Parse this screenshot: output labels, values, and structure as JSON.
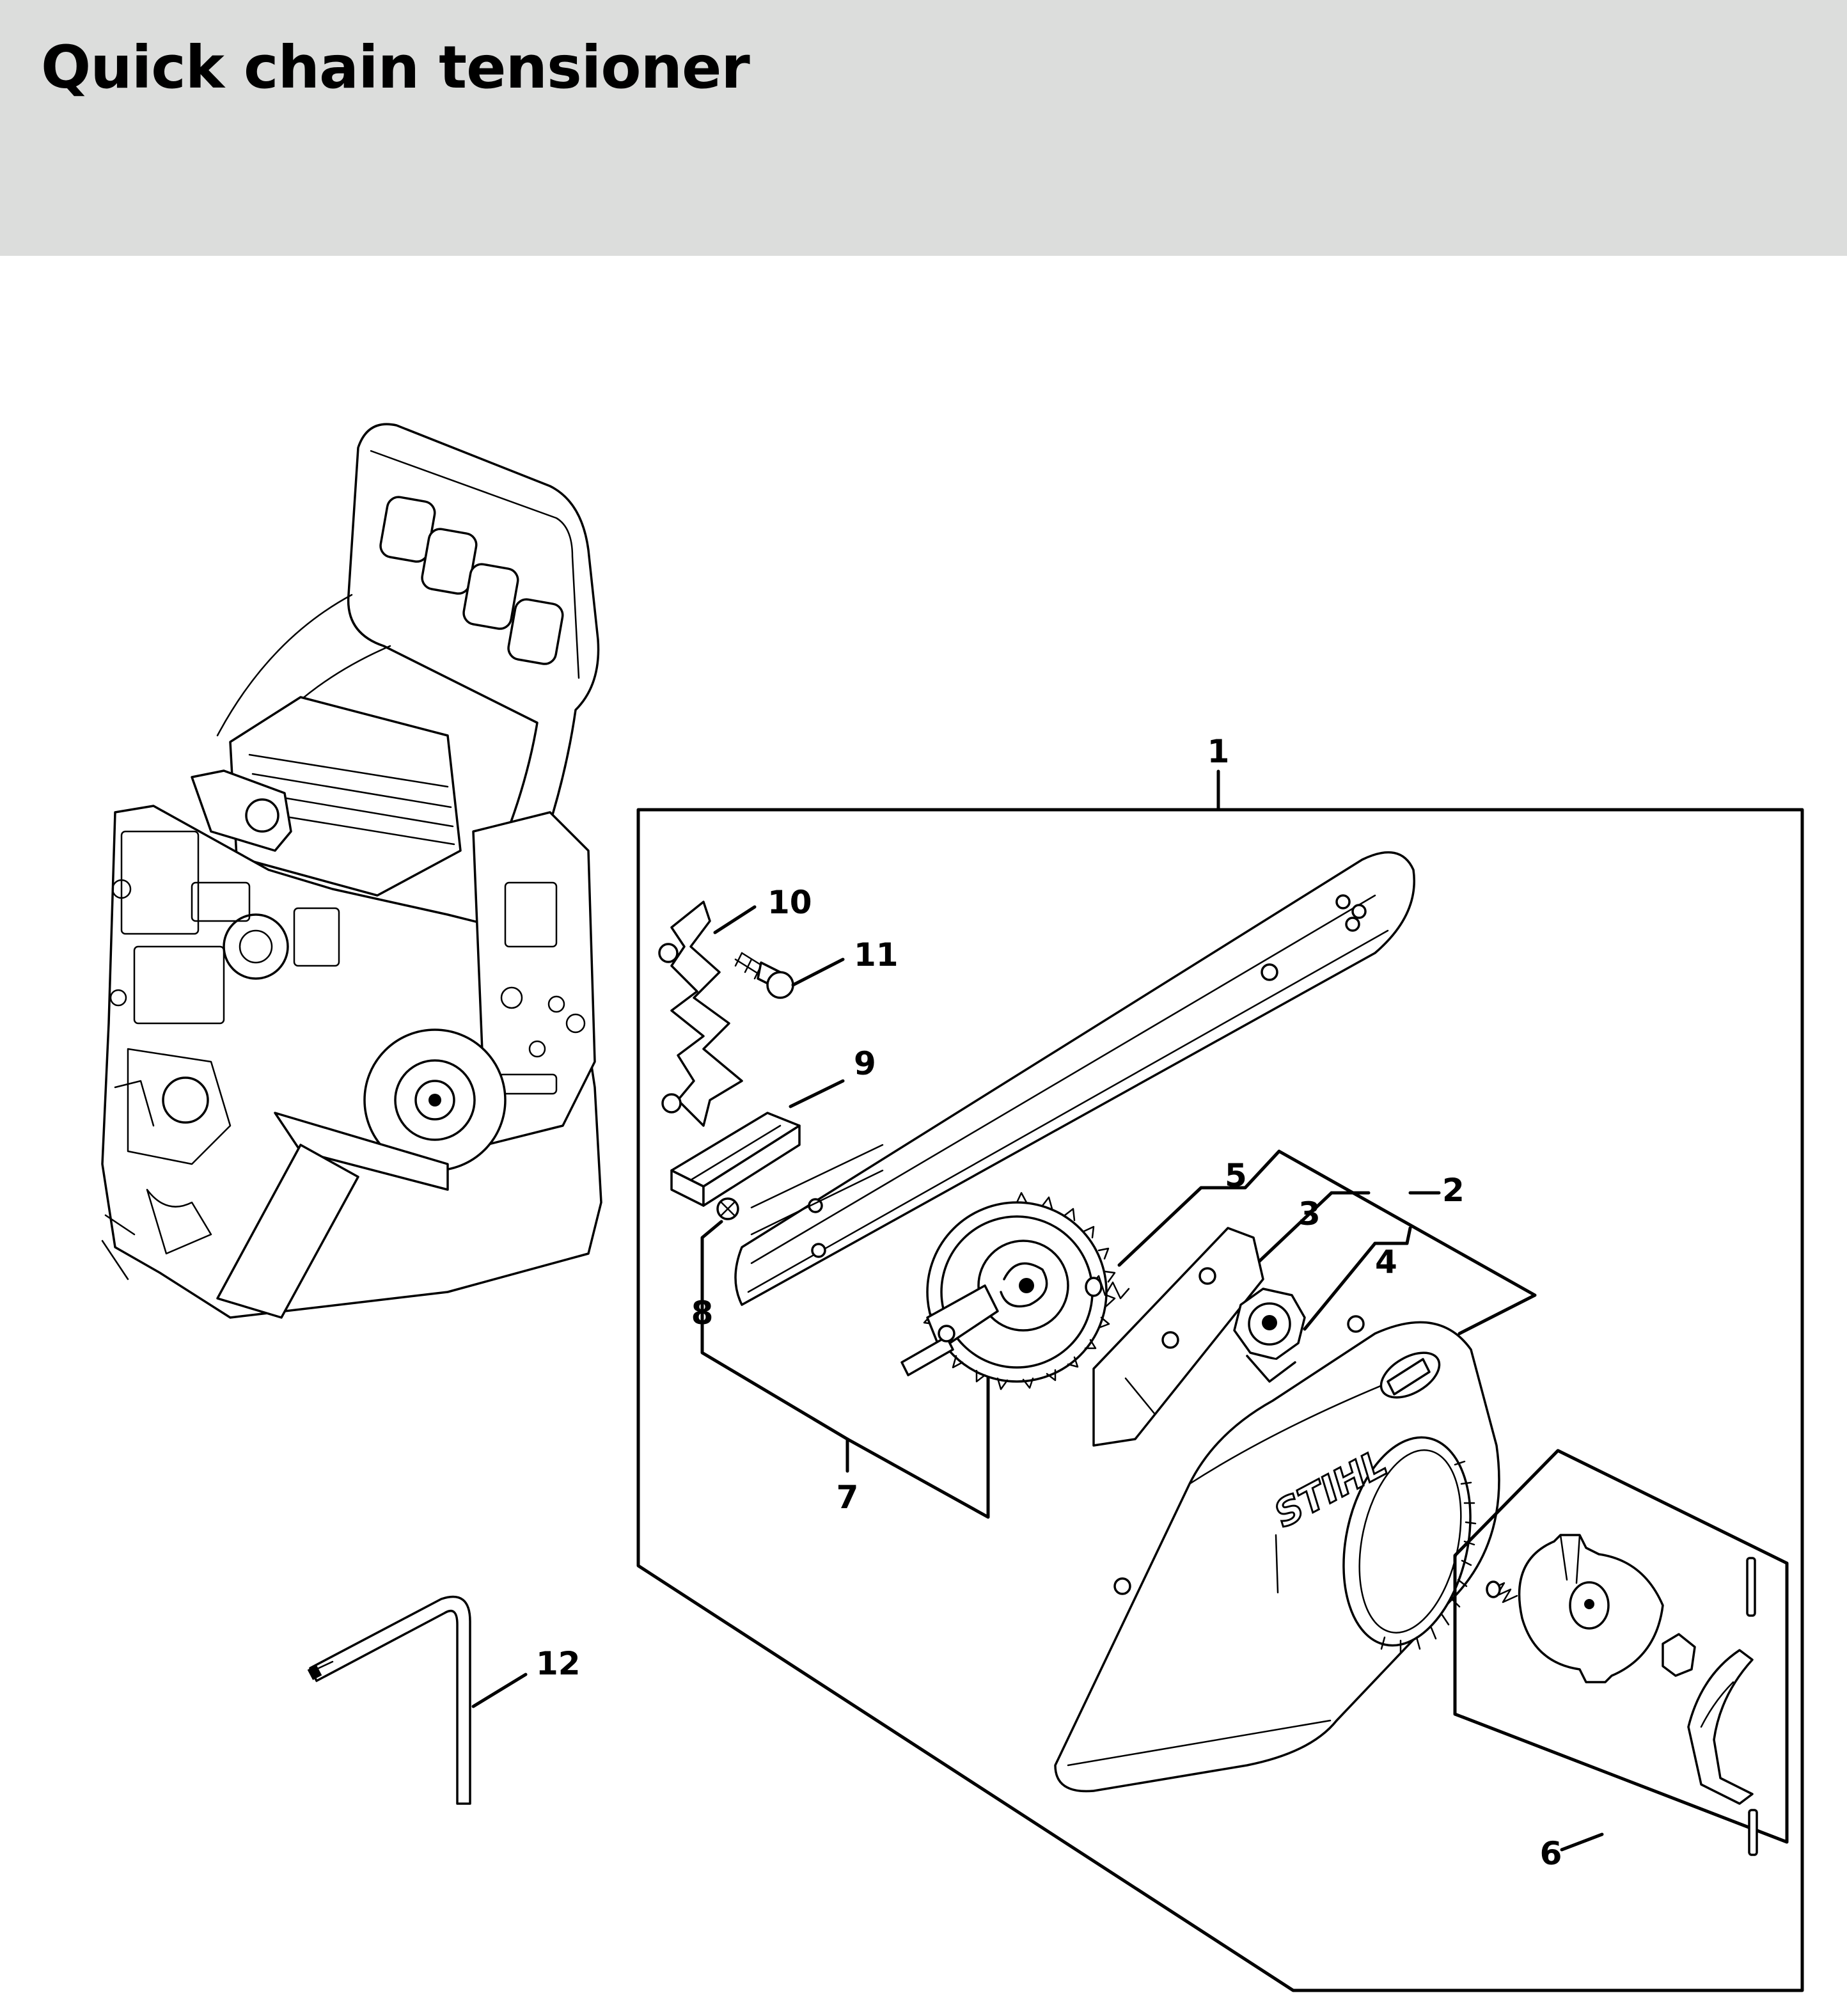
{
  "page": {
    "title": "Quick chain tensioner"
  },
  "callouts": {
    "c1": "1",
    "c2": "2",
    "c3": "3",
    "c4": "4",
    "c5": "5",
    "c6": "6",
    "c7": "7",
    "c8": "8",
    "c9": "9",
    "c10": "10",
    "c11": "11",
    "c12": "12"
  },
  "brand_mark": "STIHL",
  "colors": {
    "header_bg": "#dcdddc",
    "ink": "#000000"
  }
}
